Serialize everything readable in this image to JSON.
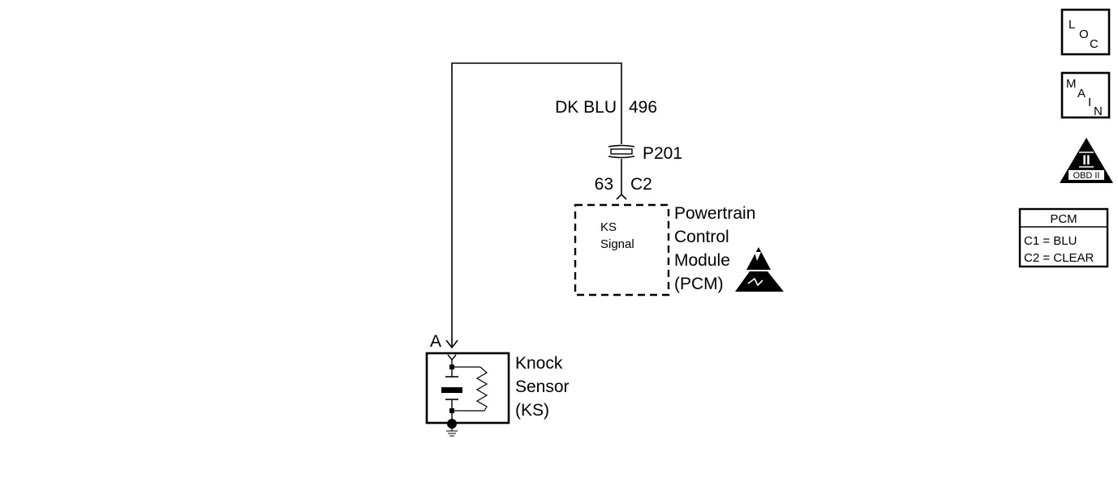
{
  "wire": {
    "color": "DK BLU",
    "circuit": "496"
  },
  "connector_p201": {
    "label": "P201"
  },
  "pcm_pin": {
    "pin": "63",
    "connector": "C2"
  },
  "pcm": {
    "signal_lines": [
      "KS",
      "Signal"
    ],
    "name_lines": [
      "Powertrain",
      "Control",
      "Module",
      "(PCM)"
    ]
  },
  "knock_sensor": {
    "terminal": "A",
    "name_lines": [
      "Knock",
      "Sensor",
      "(KS)"
    ]
  },
  "icons": {
    "loc": {
      "letters": [
        "L",
        "O",
        "C"
      ]
    },
    "main": {
      "letters": [
        "M",
        "A",
        "I",
        "N"
      ]
    },
    "obd": {
      "symbol": "II",
      "label": "OBD II"
    }
  },
  "pcm_legend": {
    "title": "PCM",
    "rows": [
      "C1 = BLU",
      "C2 = CLEAR"
    ]
  }
}
